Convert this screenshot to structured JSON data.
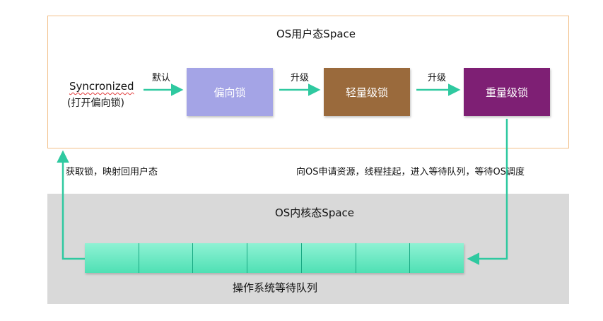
{
  "user_space": {
    "title": "OS用户态Space"
  },
  "kernel_space": {
    "title": "OS内核态Space"
  },
  "source": {
    "name": "Syncronized",
    "sub": "(打开偏向锁)"
  },
  "locks": {
    "biased": "偏向锁",
    "lightweight": "轻量级锁",
    "heavyweight": "重量级锁"
  },
  "edges": {
    "default": "默认",
    "upgrade1": "升级",
    "upgrade2": "升级",
    "request": "向OS申请资源，线程挂起，进入等待队列，等待OS调度",
    "acquire": "获取锁，映射回用户态"
  },
  "queue": {
    "label": "操作系统等待队列",
    "slots": 7
  },
  "colors": {
    "arrow": "#2fc9a0",
    "user_border": "#f2c089",
    "kernel_bg": "#d9d9d9",
    "biased": "#a4a4e6",
    "lightweight": "#9a6a3c",
    "heavyweight": "#7e1f74"
  }
}
